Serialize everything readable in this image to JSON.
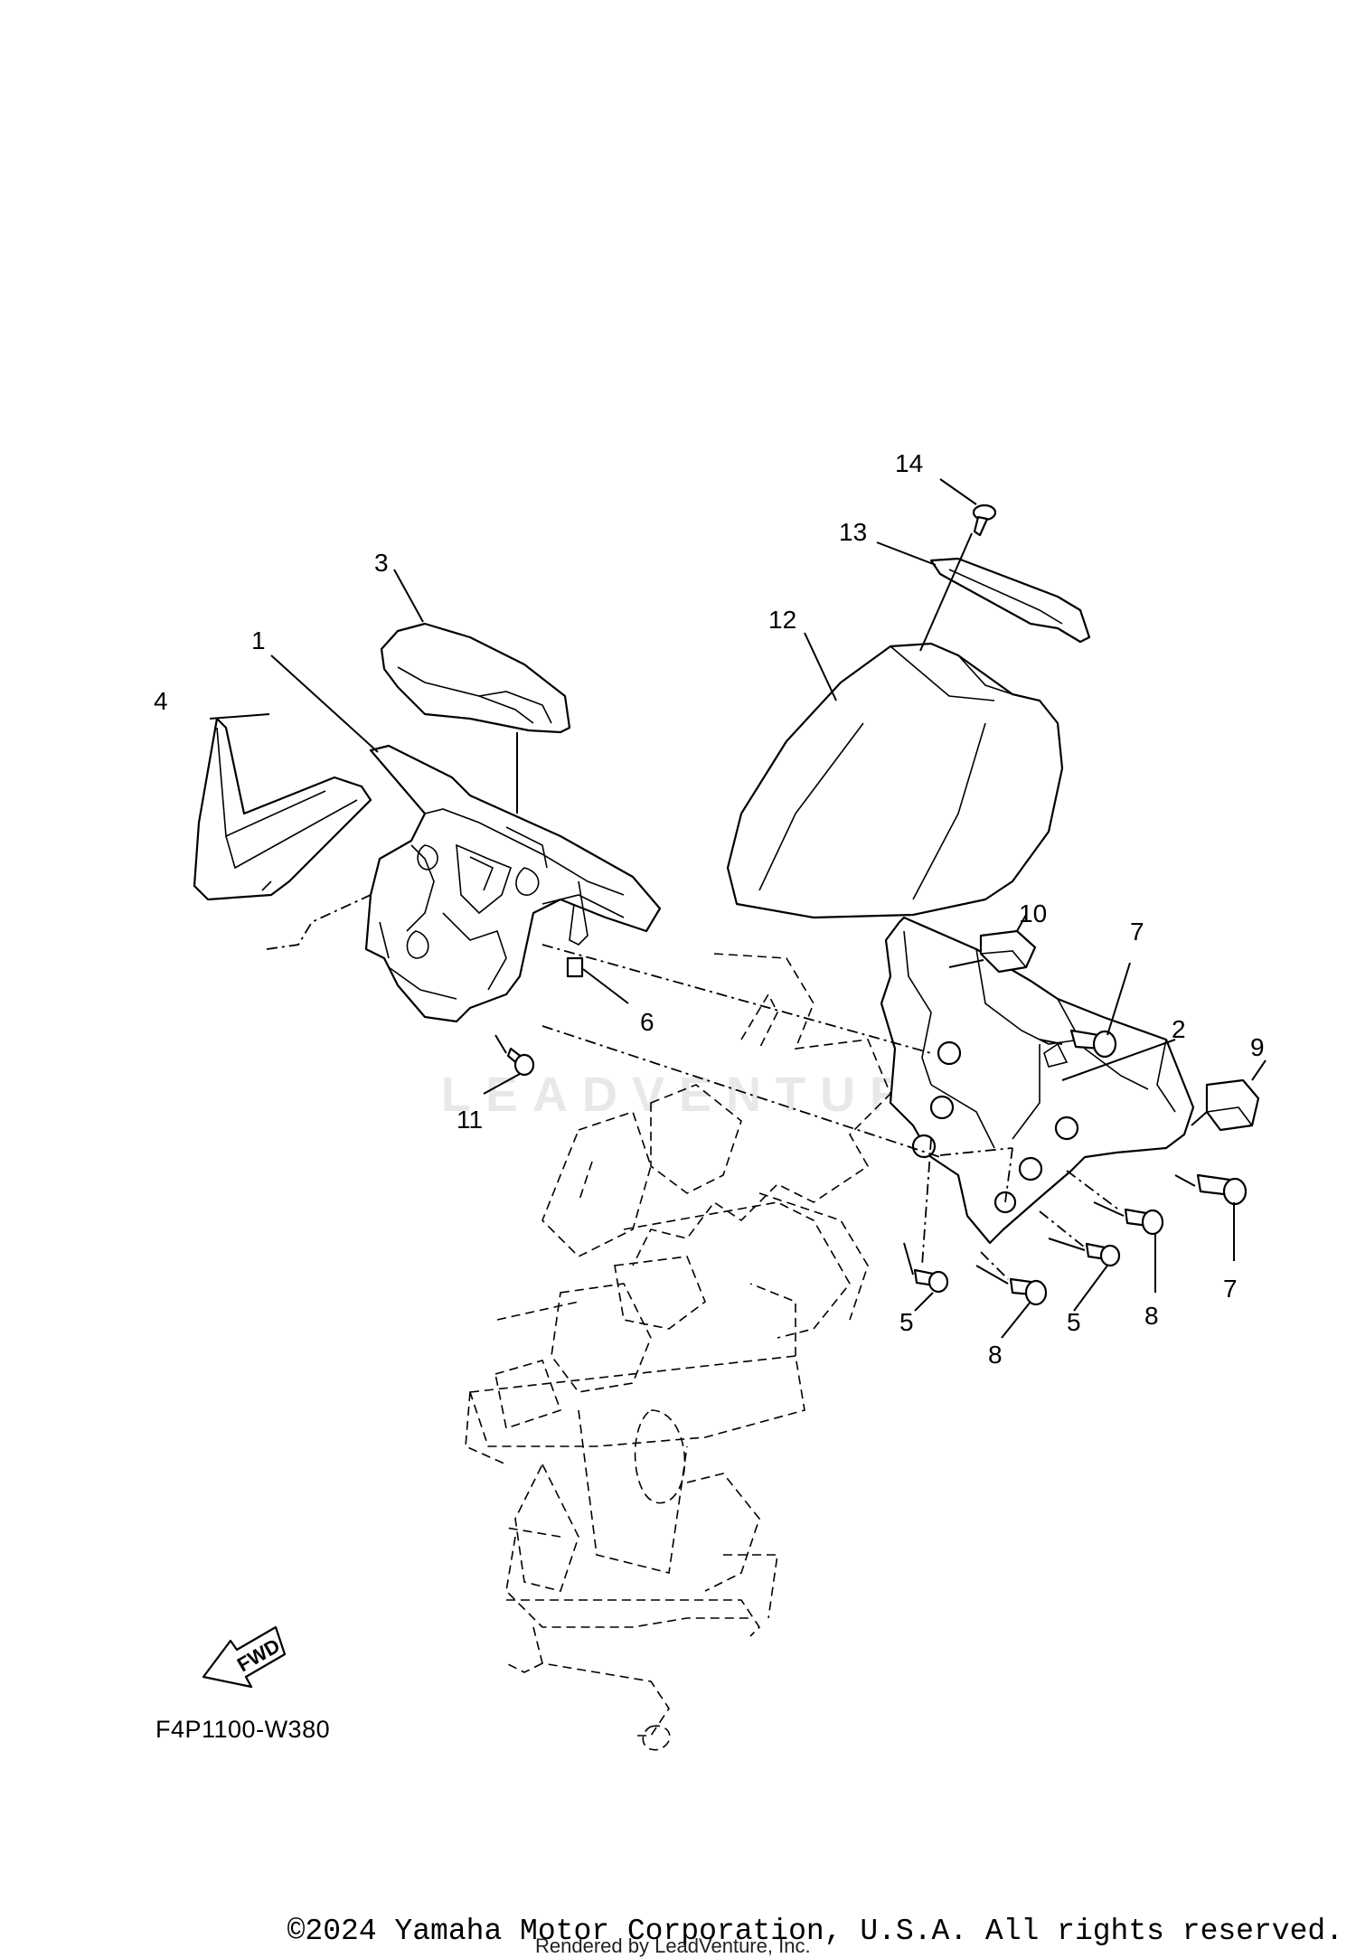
{
  "callouts": [
    "1",
    "2",
    "3",
    "4",
    "5",
    "5",
    "6",
    "7",
    "7",
    "8",
    "8",
    "9",
    "10",
    "11",
    "12",
    "13",
    "14"
  ],
  "fwd_label": "FWD",
  "diagram_code": "F4P1100-W380",
  "copyright": "©2024 Yamaha Motor Corporation, U.S.A. All rights reserved.",
  "rendered_by": "Rendered by LeadVenture, Inc.",
  "watermark": "LEADVENTURE"
}
